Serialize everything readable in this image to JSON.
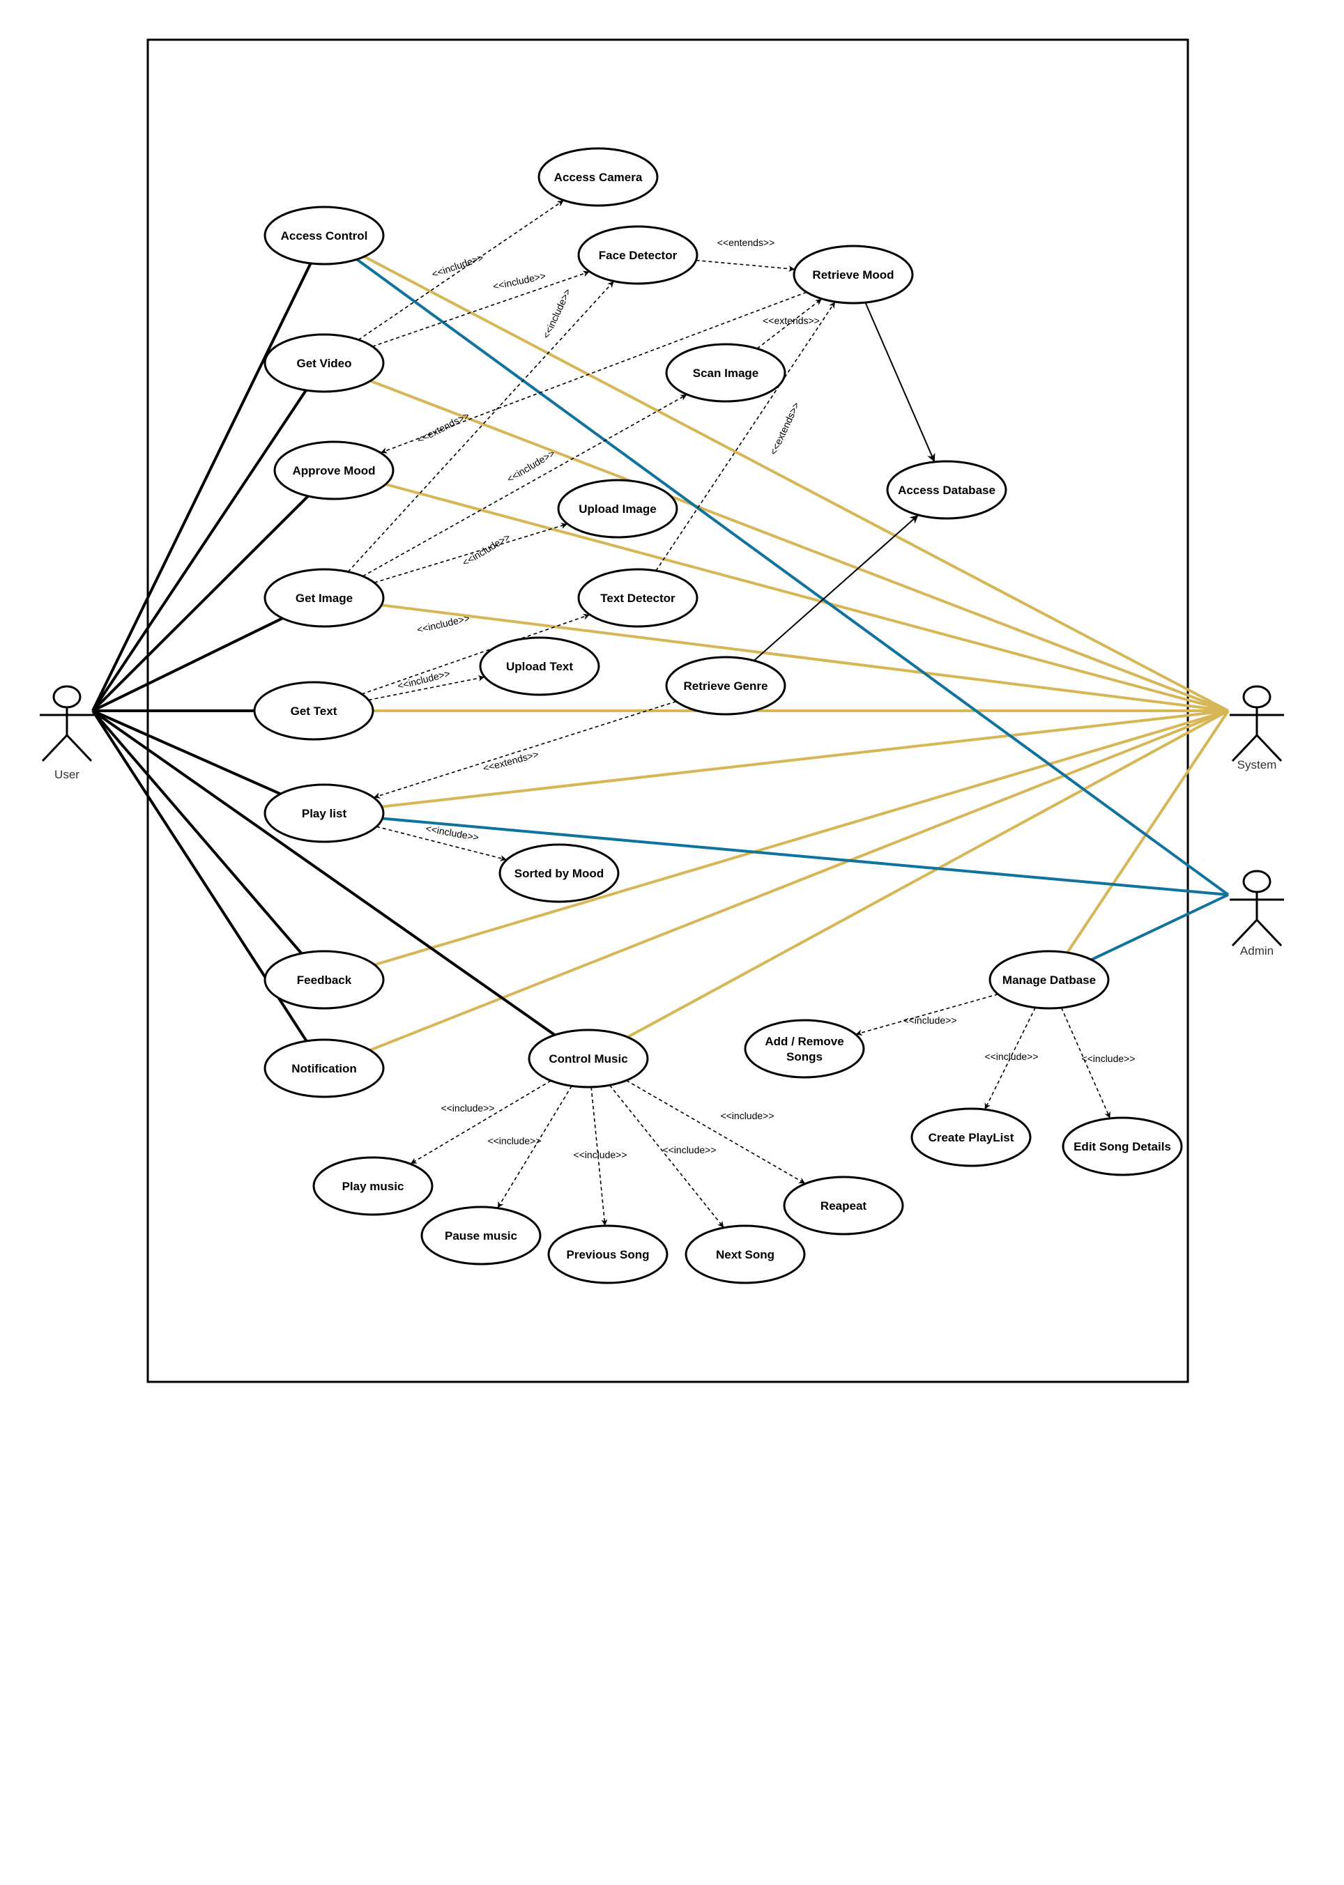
{
  "actors": [
    {
      "id": "user",
      "label": "User"
    },
    {
      "id": "system",
      "label": "System"
    },
    {
      "id": "admin",
      "label": "Admin"
    }
  ],
  "use_cases": [
    {
      "id": "access_control",
      "label": "Access Control"
    },
    {
      "id": "access_camera",
      "label": "Access Camera"
    },
    {
      "id": "face_detector",
      "label": "Face Detector"
    },
    {
      "id": "retrieve_mood",
      "label": "Retrieve Mood"
    },
    {
      "id": "get_video",
      "label": "Get Video"
    },
    {
      "id": "scan_image",
      "label": "Scan Image"
    },
    {
      "id": "approve_mood",
      "label": "Approve Mood"
    },
    {
      "id": "access_database",
      "label": "Access Database"
    },
    {
      "id": "upload_image",
      "label": "Upload Image"
    },
    {
      "id": "get_image",
      "label": "Get Image"
    },
    {
      "id": "text_detector",
      "label": "Text Detector"
    },
    {
      "id": "upload_text",
      "label": "Upload Text"
    },
    {
      "id": "retrieve_genre",
      "label": "Retrieve Genre"
    },
    {
      "id": "get_text",
      "label": "Get Text"
    },
    {
      "id": "play_list",
      "label": "Play list"
    },
    {
      "id": "sorted_by_mood",
      "label": "Sorted by Mood"
    },
    {
      "id": "feedback",
      "label": "Feedback"
    },
    {
      "id": "notification",
      "label": "Notification"
    },
    {
      "id": "control_music",
      "label": "Control Music"
    },
    {
      "id": "manage_database",
      "label": "Manage Datbase"
    },
    {
      "id": "add_remove_songs",
      "label": [
        "Add / Remove",
        "Songs"
      ]
    },
    {
      "id": "create_playlist",
      "label": "Create PlayList"
    },
    {
      "id": "edit_song_details",
      "label": "Edit Song Details"
    },
    {
      "id": "play_music",
      "label": "Play music"
    },
    {
      "id": "pause_music",
      "label": "Pause music"
    },
    {
      "id": "previous_song",
      "label": "Previous Song"
    },
    {
      "id": "next_song",
      "label": "Next Song"
    },
    {
      "id": "repeat",
      "label": "Reapeat"
    }
  ],
  "associations": {
    "user": [
      "access_control",
      "get_video",
      "approve_mood",
      "get_image",
      "get_text",
      "play_list",
      "control_music",
      "feedback",
      "notification"
    ],
    "system": [
      "access_control",
      "get_video",
      "approve_mood",
      "get_image",
      "get_text",
      "play_list",
      "feedback",
      "notification",
      "control_music",
      "manage_database"
    ],
    "admin": [
      "access_control",
      "play_list",
      "manage_database"
    ]
  },
  "relations": [
    {
      "from": "get_video",
      "to": "access_camera",
      "label": "<<include>>",
      "arrow": true
    },
    {
      "from": "get_video",
      "to": "face_detector",
      "label": "<<include>>",
      "arrow": true
    },
    {
      "from": "get_image",
      "to": "face_detector",
      "label": "<<include>>",
      "arrow": true
    },
    {
      "from": "face_detector",
      "to": "retrieve_mood",
      "label": "<<entends>>",
      "arrow": true
    },
    {
      "from": "retrieve_mood",
      "to": "approve_mood",
      "label": "<<extends>>",
      "arrow": true
    },
    {
      "from": "scan_image",
      "to": "retrieve_mood",
      "label": "<<extends>>",
      "arrow": true
    },
    {
      "from": "text_detector",
      "to": "retrieve_mood",
      "label": "<<extends>>",
      "arrow": true
    },
    {
      "from": "get_image",
      "to": "scan_image",
      "label": "<<include>>",
      "arrow": true
    },
    {
      "from": "get_image",
      "to": "upload_image",
      "label": "<<include>>",
      "arrow": true
    },
    {
      "from": "get_text",
      "to": "text_detector",
      "label": "<<include>>",
      "arrow": true
    },
    {
      "from": "get_text",
      "to": "upload_text",
      "label": "<<include>>",
      "arrow": true
    },
    {
      "from": "retrieve_genre",
      "to": "play_list",
      "label": "<<extends>>",
      "arrow": true
    },
    {
      "from": "play_list",
      "to": "sorted_by_mood",
      "label": "<<include>>",
      "arrow": true
    },
    {
      "from": "manage_database",
      "to": "add_remove_songs",
      "label": "<<include>>",
      "arrow": true
    },
    {
      "from": "manage_database",
      "to": "create_playlist",
      "label": "<<include>>",
      "arrow": true
    },
    {
      "from": "manage_database",
      "to": "edit_song_details",
      "label": "<<include>>",
      "arrow": true
    },
    {
      "from": "control_music",
      "to": "play_music",
      "label": "<<include>>",
      "arrow": true
    },
    {
      "from": "control_music",
      "to": "pause_music",
      "label": "<<include>>",
      "arrow": true
    },
    {
      "from": "control_music",
      "to": "previous_song",
      "label": "<<include>>",
      "arrow": true
    },
    {
      "from": "control_music",
      "to": "next_song",
      "label": "<<include>>",
      "arrow": true
    },
    {
      "from": "control_music",
      "to": "repeat",
      "label": "<<include>>",
      "arrow": true
    }
  ],
  "solid_links": [
    {
      "from": "retrieve_mood",
      "to": "access_database"
    },
    {
      "from": "retrieve_genre",
      "to": "access_database"
    }
  ],
  "colors": {
    "user_link": "#000000",
    "system_link": "#d6b656",
    "admin_link": "#10739e",
    "outline": "#000000"
  }
}
